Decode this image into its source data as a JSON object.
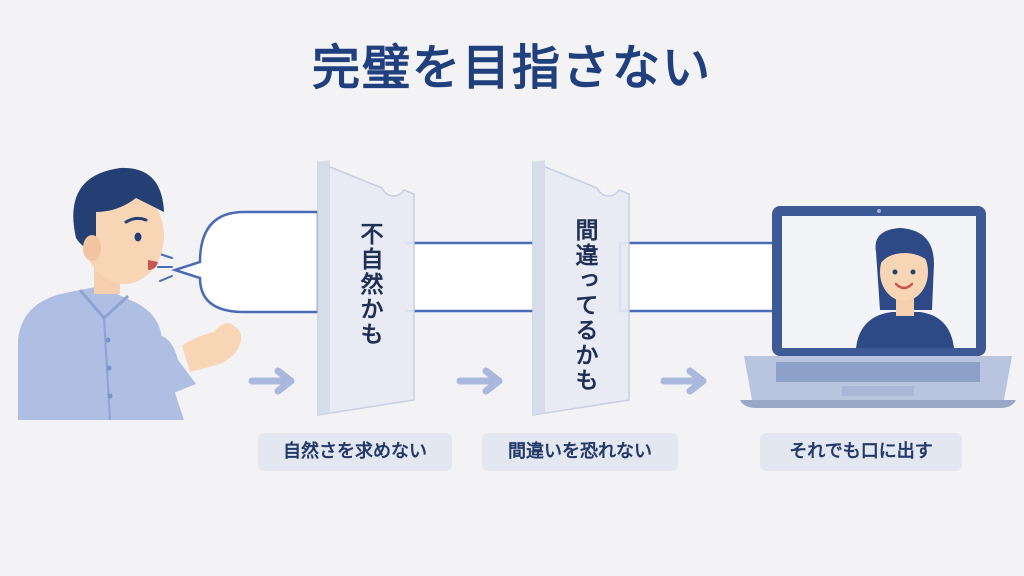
{
  "title": "完璧を目指さない",
  "panels": [
    {
      "text": "不自然かも"
    },
    {
      "text": "間違ってるかも"
    }
  ],
  "captions": [
    {
      "text": "自然さを求めない"
    },
    {
      "text": "間違いを恐れない"
    },
    {
      "text": "それでも口に出す"
    }
  ],
  "icons": {
    "speaker": "man-speaking-icon",
    "listener": "laptop-video-call-icon",
    "arrow": "arrow-right-icon"
  },
  "colors": {
    "title": "#1f3f7d",
    "bubble_outline": "#4a6bb5",
    "caption_bg": "#e3e7f0",
    "shirt": "#aebfe3",
    "hair": "#243f73"
  }
}
